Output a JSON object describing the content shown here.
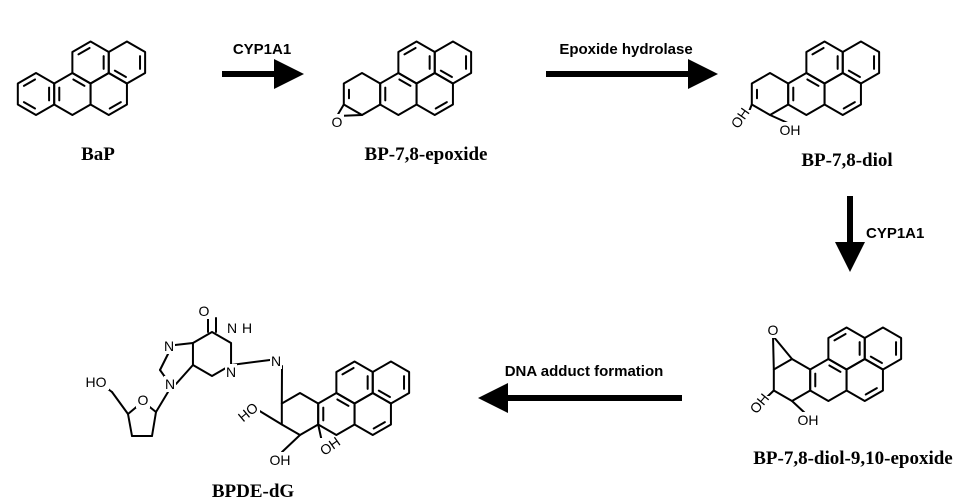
{
  "compounds": {
    "bap": "BaP",
    "epoxide": "BP-7,8-epoxide",
    "diol": "BP-7,8-diol",
    "diol_epoxide": "BP-7,8-diol-9,10-epoxide",
    "adduct": "BPDE-dG"
  },
  "arrows": {
    "step1": "CYP1A1",
    "step2": "Epoxide hydrolase",
    "step3": "CYP1A1",
    "step4": "DNA adduct formation"
  },
  "atoms": {
    "oxygen": "O",
    "hydroxyl": "OH",
    "hydroxyl_rev": "HO",
    "nitrogen": "N",
    "amine_h": "H"
  }
}
